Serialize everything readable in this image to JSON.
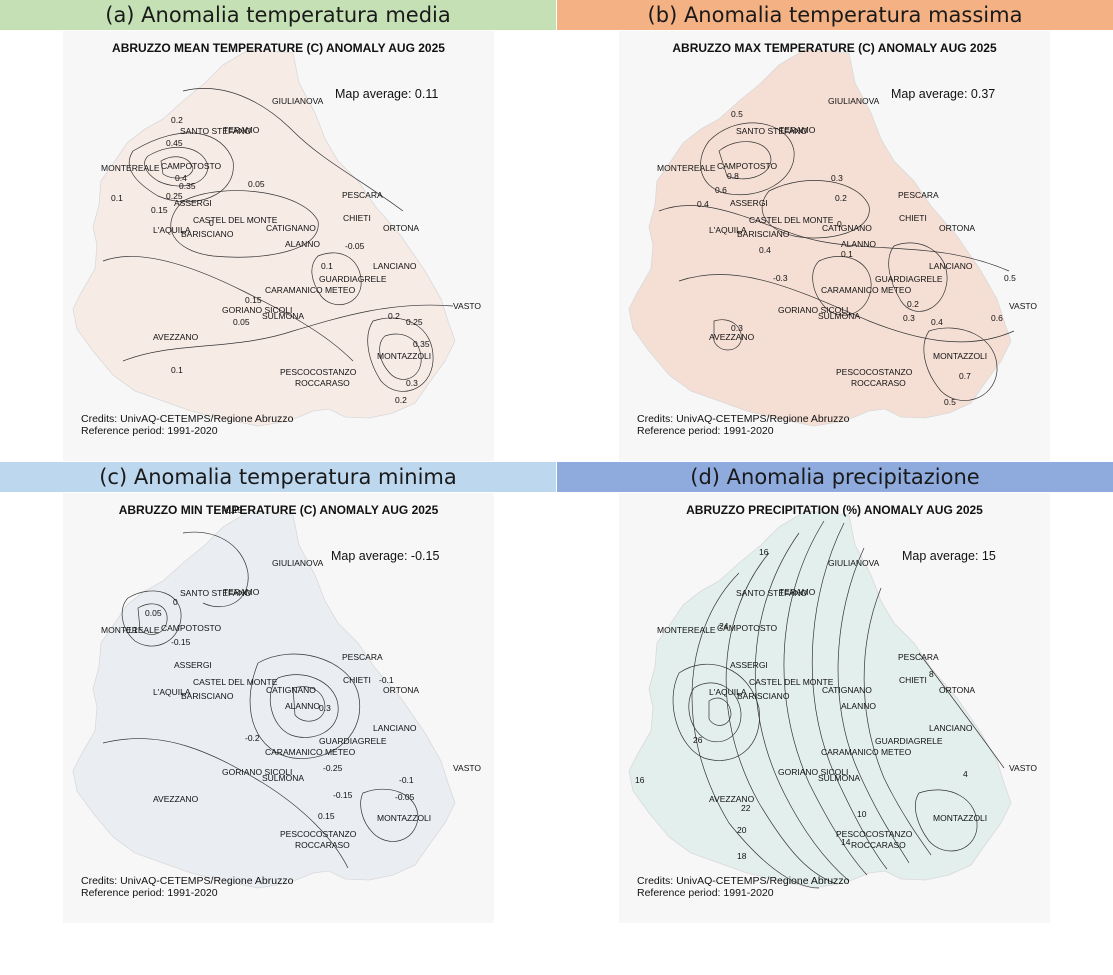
{
  "panels": [
    {
      "header": "(a) Anomalia temperatura media",
      "header_color": "#c5e0b4",
      "title": "ABRUZZO MEAN TEMPERATURE (C) ANOMALY AUG 2025",
      "map_average": "Map average: 0.11",
      "fill_color": "#f7ebe6",
      "contour_labels": [
        "0.2",
        "0.45",
        "0.4",
        "0.35",
        "0.25",
        "0.15",
        "0.1",
        "0.05",
        "0",
        "-0.05",
        "0.1",
        "0.05",
        "0.15",
        "0.2",
        "0.25",
        "0.35",
        "0.3",
        "0.2",
        "0.1"
      ]
    },
    {
      "header": "(b) Anomalia temperatura massima",
      "header_color": "#f4b183",
      "title": "ABRUZZO MAX TEMPERATURE (C) ANOMALY AUG 2025",
      "map_average": "Map average: 0.37",
      "fill_color": "#f5dfd5",
      "contour_labels": [
        "0.5",
        "0.8",
        "0.6",
        "0.4",
        "0.3",
        "0.2",
        "0",
        "0.1",
        "0.4",
        "-0.3",
        "0.5",
        "0.2",
        "0.3",
        "0.4",
        "0.6",
        "0.3",
        "0.7",
        "0.5"
      ]
    },
    {
      "header": "(c) Anomalia temperatura minima",
      "header_color": "#bdd7ee",
      "title": "ABRUZZO MIN TEMPERATURE (C) ANOMALY AUG 2025",
      "map_average": "Map average: -0.15",
      "fill_color": "#eaeef2",
      "contour_labels": [
        "-0.15",
        "0",
        "0.05",
        "-0.1",
        "-0.15",
        "-0.2",
        "0.3",
        "-0.1",
        "-0.25",
        "-0.15",
        "0.15",
        "-0.1",
        "-0.05"
      ]
    },
    {
      "header": "(d) Anomalia precipitazione",
      "header_color": "#8faadc",
      "title": "ABRUZZO PRECIPITATION (%) ANOMALY AUG 2025",
      "map_average": "Map average: 15",
      "fill_color": "#e3efec",
      "contour_labels": [
        "16",
        "24",
        "26",
        "22",
        "20",
        "18",
        "16",
        "14",
        "10",
        "8",
        "4"
      ]
    }
  ],
  "cities": [
    "GIULIANOVA",
    "TERAMO",
    "SANTO STEFANO",
    "CAMPOTOSTO",
    "MONTEREALE",
    "PESCARA",
    "ASSERGI",
    "CHIETI",
    "CASTEL DEL MONTE",
    "CATIGNANO",
    "ORTONA",
    "L'AQUILA",
    "BARISCIANO",
    "ALANNO",
    "LANCIANO",
    "GUARDIAGRELE",
    "CARAMANICO METEO",
    "GORIANO SICOLI",
    "SULMONA",
    "VASTO",
    "AVEZZANO",
    "MONTAZZOLI",
    "PESCOCOSTANZO",
    "ROCCARASO"
  ],
  "credits_line1": "Credits: UnivAQ-CETEMPS/Regione Abruzzo",
  "credits_line2": "Reference period: 1991-2020"
}
